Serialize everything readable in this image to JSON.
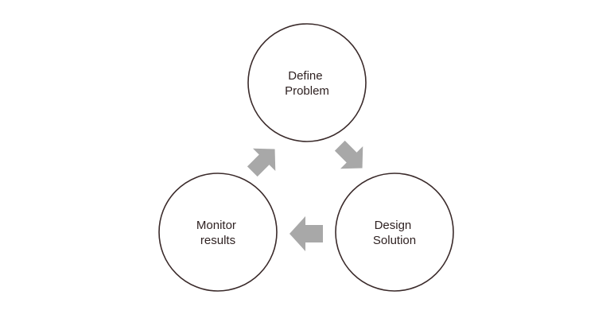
{
  "diagram": {
    "nodes": [
      {
        "id": "define",
        "lines": [
          "Define",
          "Problem"
        ]
      },
      {
        "id": "design",
        "lines": [
          "Design",
          "Solution"
        ]
      },
      {
        "id": "monitor",
        "lines": [
          "Monitor",
          "results"
        ]
      }
    ],
    "colors": {
      "stroke": "#3a2a2a",
      "text": "#2f2222",
      "arrow": "#a8a8a8",
      "background": "#ffffff"
    }
  }
}
